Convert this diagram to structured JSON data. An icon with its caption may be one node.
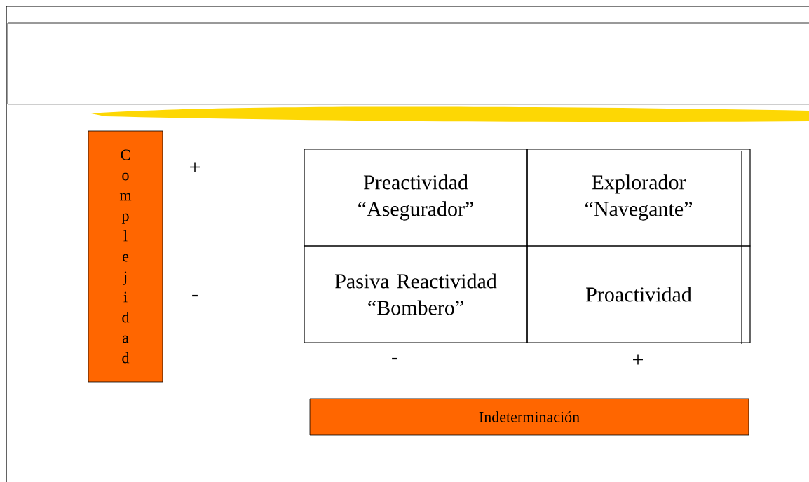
{
  "diagram": {
    "nodes": [
      {
        "text": [
          "Complejidad"
        ]
      },
      {
        "text": [
          "Preactividad “Asegurador”"
        ]
      },
      {
        "text": [
          "Explorador “Navegante”"
        ]
      },
      {
        "text": [
          "Pasiva Reactividad “Bombero”"
        ]
      },
      {
        "text": [
          "Proactividad"
        ]
      },
      {
        "text": [
          "Indeterminación"
        ]
      }
    ],
    "labels": [
      "+",
      "-",
      "-",
      "+"
    ]
  }
}
